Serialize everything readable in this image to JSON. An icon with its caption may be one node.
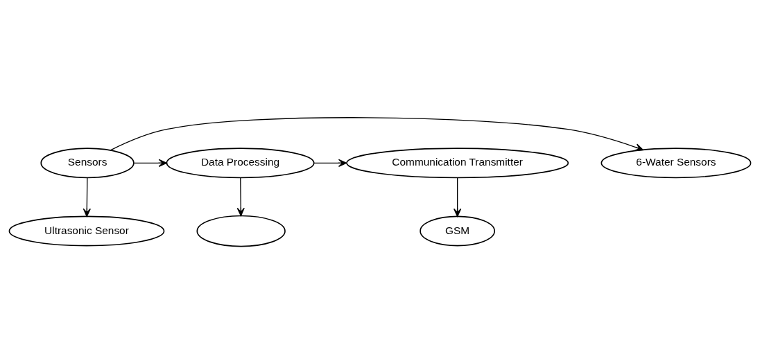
{
  "diagram": {
    "nodes": [
      {
        "text": [
          "6-Water Sensors"
        ]
      },
      {
        "text": [
          "Sensors"
        ]
      },
      {
        "text": [
          "Data Processing"
        ]
      },
      {
        "text": [
          "Communication Transmitter"
        ]
      },
      {
        "text": [
          "Ultrasonic Sensor"
        ]
      },
      {
        "text": [],
        "shape": "ellipse"
      },
      {
        "text": [
          "GSM"
        ]
      }
    ],
    "edges": [
      {
        "from": 1,
        "to": 0,
        "arrow": "to"
      },
      {
        "from": 1,
        "to": 2,
        "arrow": "to"
      },
      {
        "from": 2,
        "to": 3,
        "arrow": "to"
      },
      {
        "from": 1,
        "to": 4,
        "arrow": "to"
      },
      {
        "from": 2,
        "to": 5,
        "arrow": "to"
      },
      {
        "from": 3,
        "to": 6,
        "arrow": "to"
      }
    ]
  }
}
